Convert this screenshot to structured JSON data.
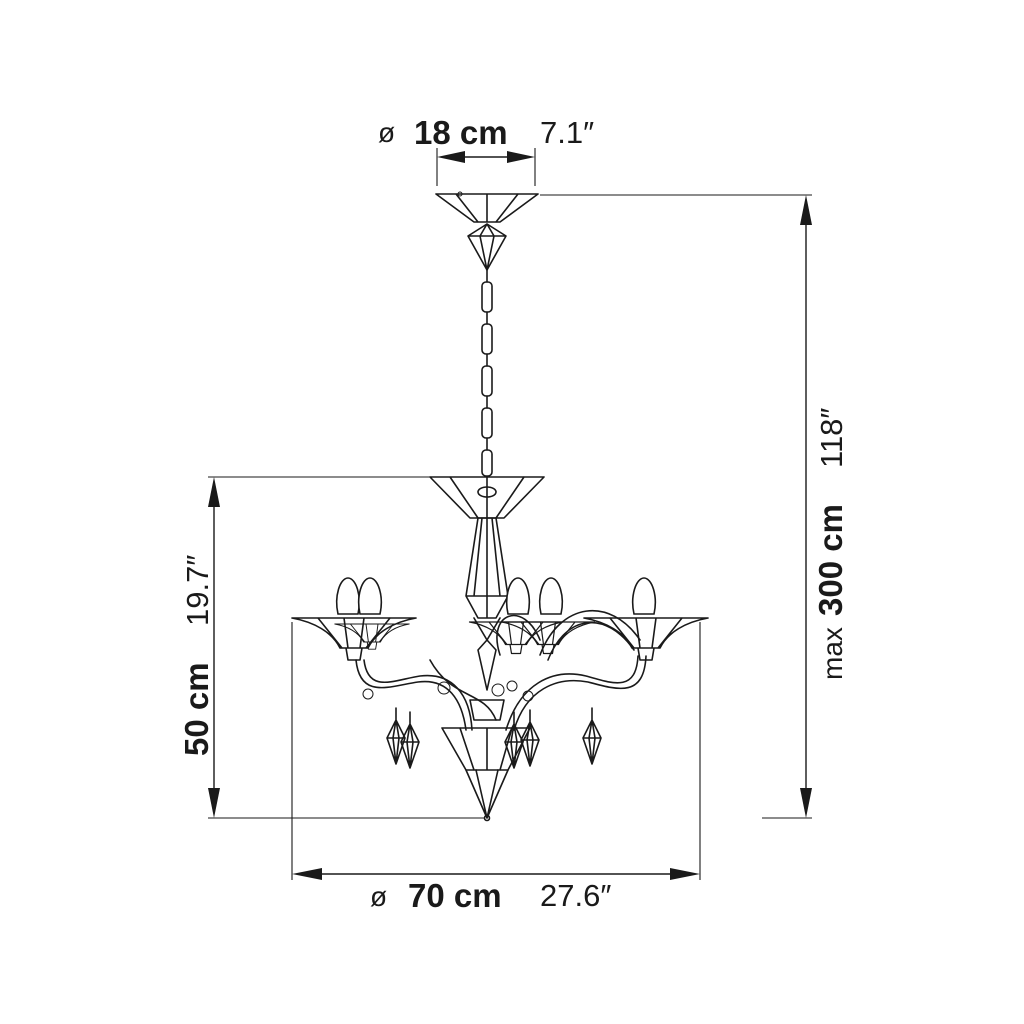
{
  "dimensions": {
    "canopy": {
      "symbol": "ø",
      "metric": "18 cm",
      "imperial": "7.1″"
    },
    "height_max": {
      "prefix": "max",
      "metric": "300 cm",
      "imperial": "118″"
    },
    "body_height": {
      "metric": "50 cm",
      "imperial": "19.7″"
    },
    "width": {
      "symbol": "ø",
      "metric": "70 cm",
      "imperial": "27.6″"
    }
  },
  "colors": {
    "line": "#1a1a1a",
    "background": "#ffffff"
  }
}
